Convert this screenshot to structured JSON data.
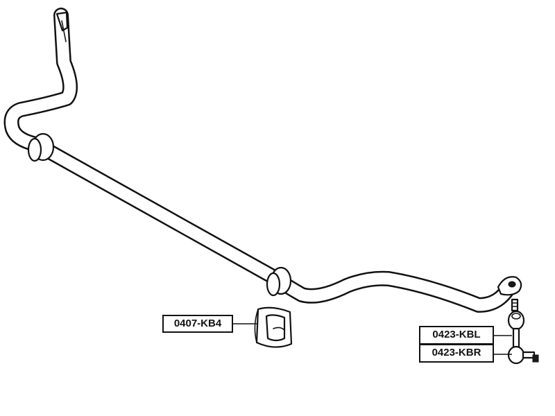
{
  "parts": {
    "bushing": {
      "part_number": "0407-KB4"
    },
    "link_left": {
      "part_number": "0423-KBL"
    },
    "link_right": {
      "part_number": "0423-KBR"
    }
  },
  "colors": {
    "line": "#111111",
    "background": "#ffffff"
  }
}
